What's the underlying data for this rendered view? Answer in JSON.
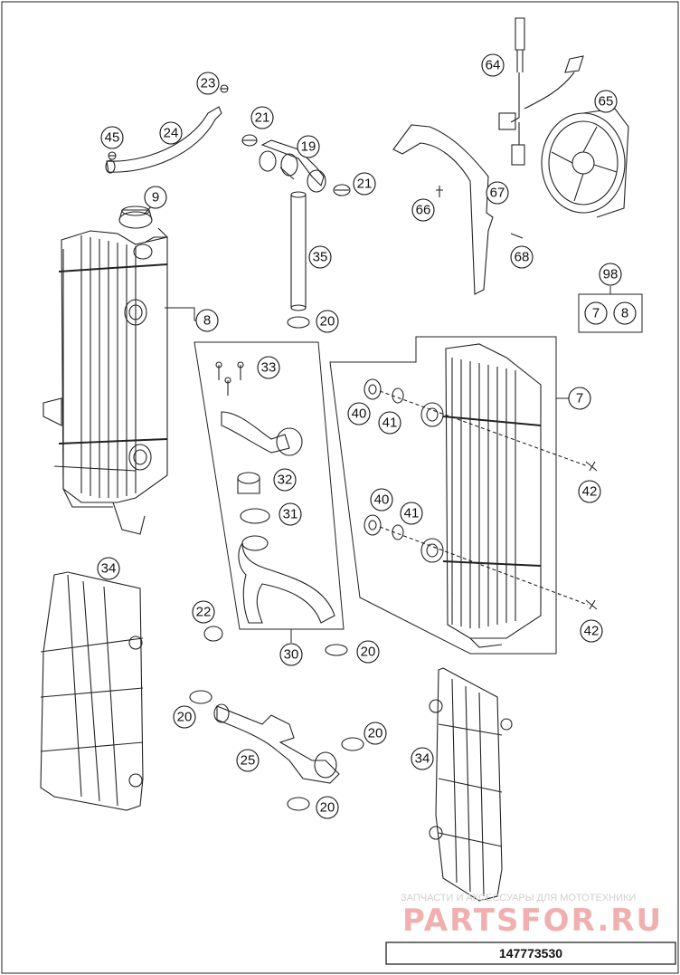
{
  "document": {
    "drawing_number": "147773530"
  },
  "watermark": {
    "tagline": "ЗАПЧАСТИ И АКСЕССУАРЫ ДЛЯ МОТОТЕХНИКИ",
    "brand": "PARTSFOR.RU"
  },
  "callouts": [
    {
      "id": "c23",
      "label": "23"
    },
    {
      "id": "c45",
      "label": "45"
    },
    {
      "id": "c24",
      "label": "24"
    },
    {
      "id": "c21a",
      "label": "21"
    },
    {
      "id": "c19",
      "label": "19"
    },
    {
      "id": "c21b",
      "label": "21"
    },
    {
      "id": "c9",
      "label": "9"
    },
    {
      "id": "c35",
      "label": "35"
    },
    {
      "id": "c8",
      "label": "8"
    },
    {
      "id": "c20a",
      "label": "20"
    },
    {
      "id": "c64",
      "label": "64"
    },
    {
      "id": "c65",
      "label": "65"
    },
    {
      "id": "c66",
      "label": "66"
    },
    {
      "id": "c67",
      "label": "67"
    },
    {
      "id": "c68",
      "label": "68"
    },
    {
      "id": "c98",
      "label": "98"
    },
    {
      "id": "c7s",
      "label": "7"
    },
    {
      "id": "c8s",
      "label": "8"
    },
    {
      "id": "c33",
      "label": "33"
    },
    {
      "id": "c7",
      "label": "7"
    },
    {
      "id": "c40a",
      "label": "40"
    },
    {
      "id": "c41a",
      "label": "41"
    },
    {
      "id": "c32",
      "label": "32"
    },
    {
      "id": "c31",
      "label": "31"
    },
    {
      "id": "c42a",
      "label": "42"
    },
    {
      "id": "c40b",
      "label": "40"
    },
    {
      "id": "c41b",
      "label": "41"
    },
    {
      "id": "c34a",
      "label": "34"
    },
    {
      "id": "c22",
      "label": "22"
    },
    {
      "id": "c42b",
      "label": "42"
    },
    {
      "id": "c30",
      "label": "30"
    },
    {
      "id": "c20b",
      "label": "20"
    },
    {
      "id": "c20c",
      "label": "20"
    },
    {
      "id": "c20d",
      "label": "20"
    },
    {
      "id": "c25",
      "label": "25"
    },
    {
      "id": "c34b",
      "label": "34"
    },
    {
      "id": "c20e",
      "label": "20"
    }
  ]
}
